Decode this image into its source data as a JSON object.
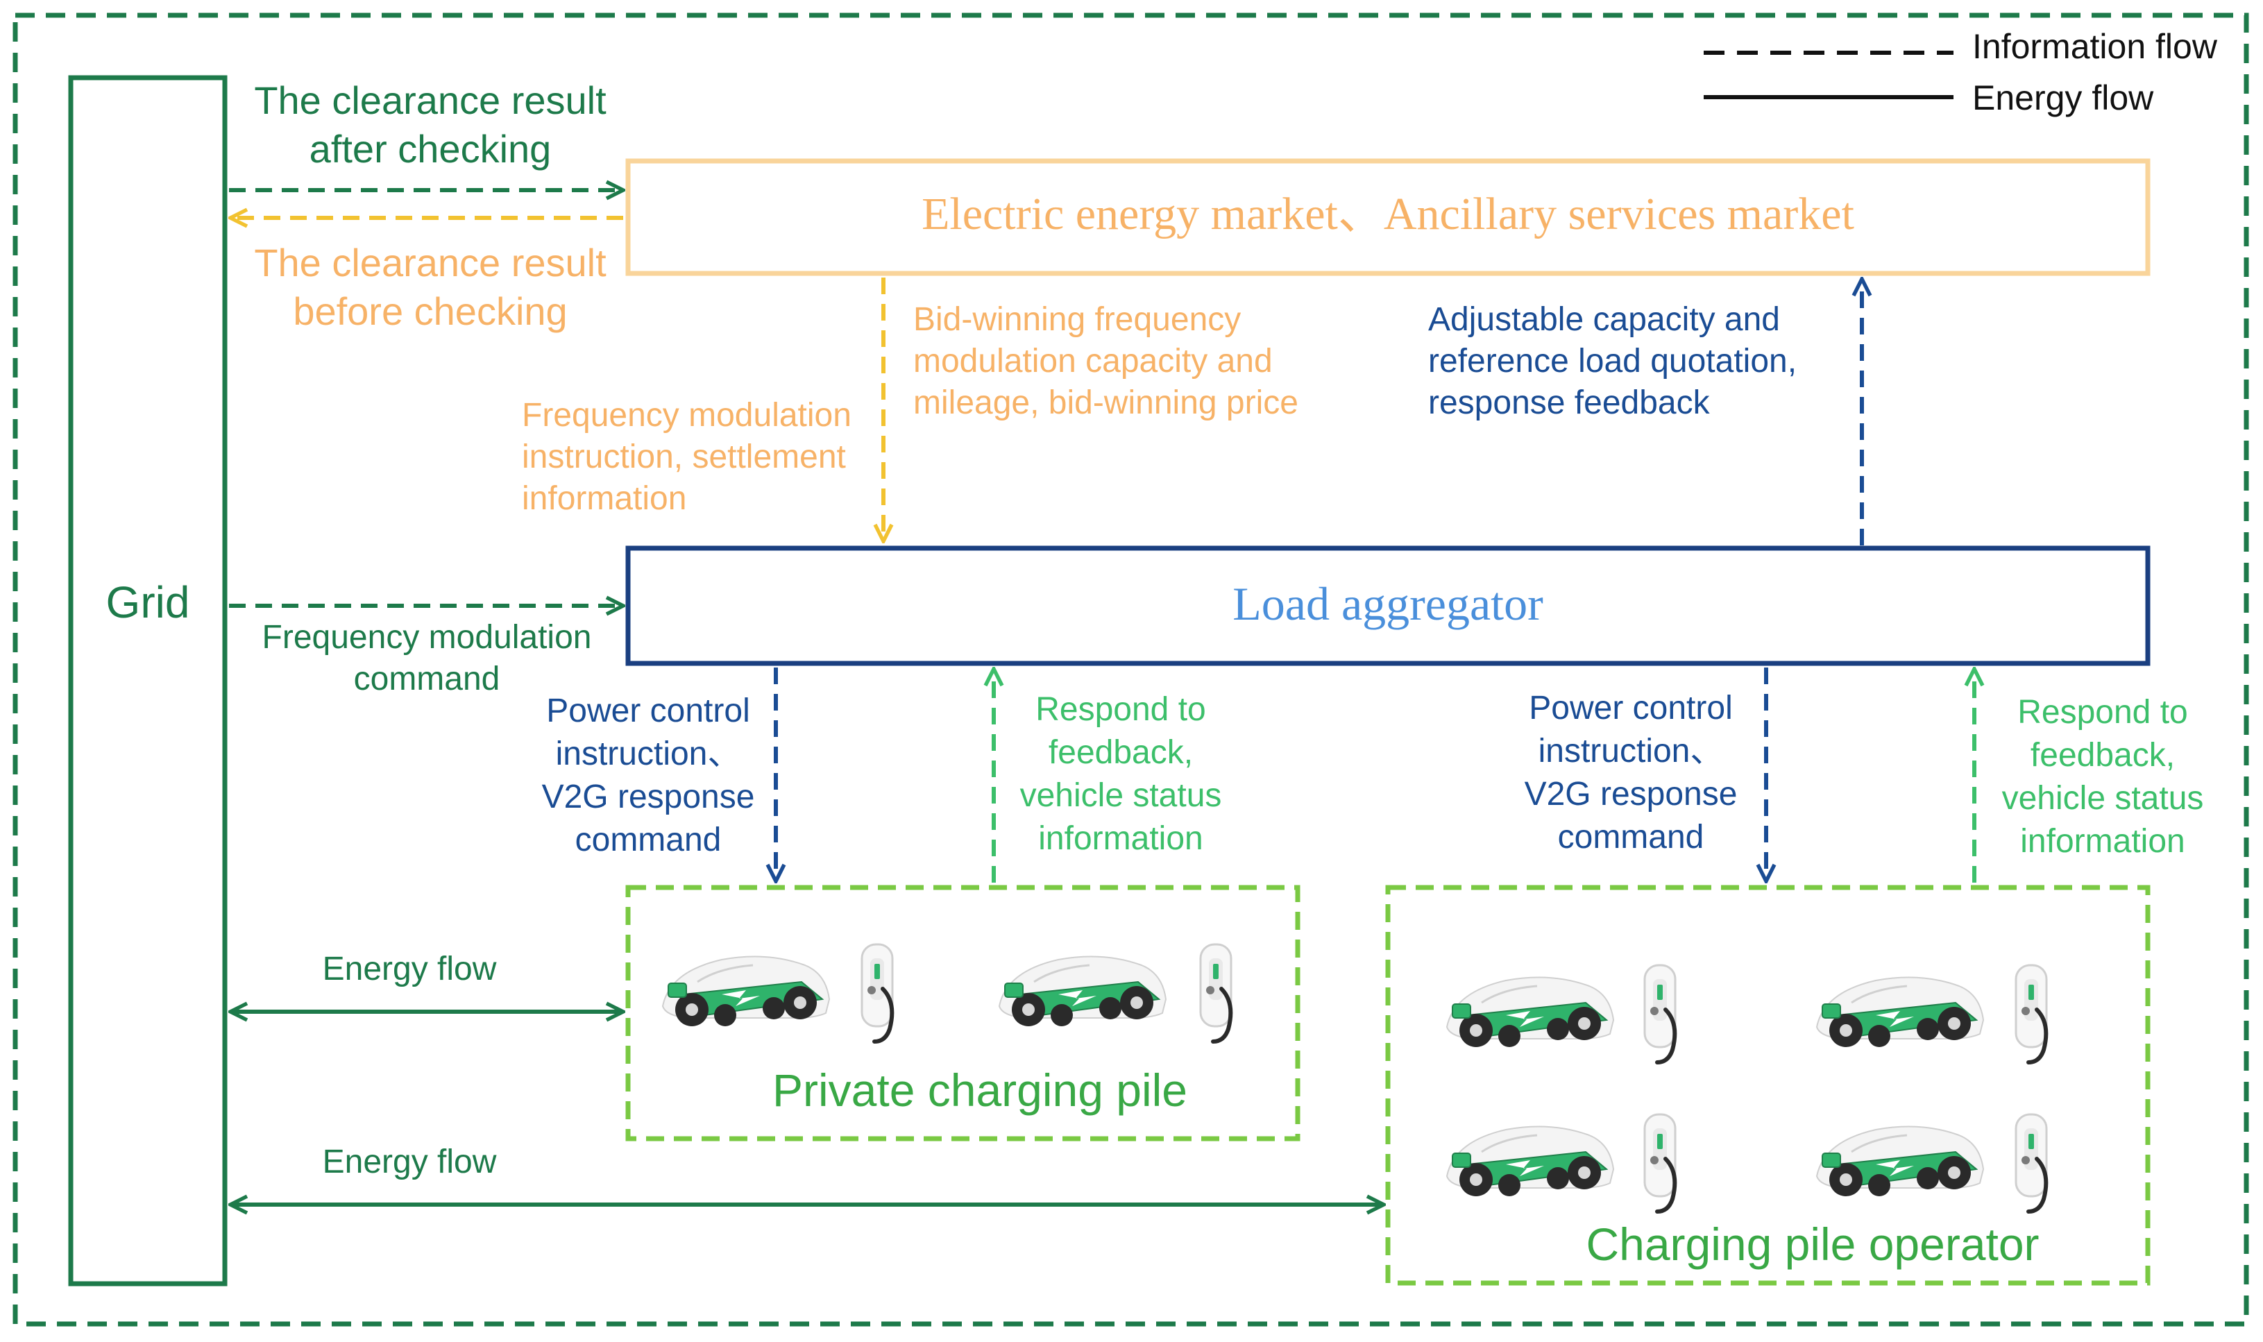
{
  "colors": {
    "dark_green": "#1d7a4a",
    "orange": "#f7b267",
    "yellow": "#f2c230",
    "navy": "#1a4c94",
    "light_blue": "#4a8fdb",
    "lime_green": "#7ac943",
    "bright_green": "#3cbf6a"
  },
  "legend": {
    "info_flow": "Information flow",
    "energy_flow": "Energy flow"
  },
  "nodes": {
    "grid": "Grid",
    "market": "Electric energy market、Ancillary services market",
    "aggregator": "Load aggregator",
    "private_pile": "Private charging pile",
    "operator": "Charging pile operator"
  },
  "labels": {
    "clearance_after": [
      "The clearance result",
      "after checking"
    ],
    "clearance_before": [
      "The clearance result",
      "before checking"
    ],
    "bid_winning": [
      "Bid-winning frequency",
      "modulation capacity and",
      "mileage, bid-winning price"
    ],
    "freq_instruction": [
      "Frequency modulation",
      "instruction, settlement",
      "information"
    ],
    "adjustable": [
      "Adjustable capacity and",
      "reference load quotation,",
      "response feedback"
    ],
    "freq_command": [
      "Frequency modulation",
      "command"
    ],
    "power_control_left": [
      "Power control",
      "instruction、",
      "V2G response",
      "command"
    ],
    "respond_left": [
      "Respond to",
      "feedback,",
      "vehicle status",
      "information"
    ],
    "power_control_right": [
      "Power control",
      "instruction、",
      "V2G response",
      "command"
    ],
    "respond_right": [
      "Respond to",
      "feedback,",
      "vehicle status",
      "information"
    ],
    "energy_flow_1": "Energy flow",
    "energy_flow_2": "Energy flow"
  },
  "icons": [
    "electric-car-icon",
    "charging-station-icon"
  ]
}
